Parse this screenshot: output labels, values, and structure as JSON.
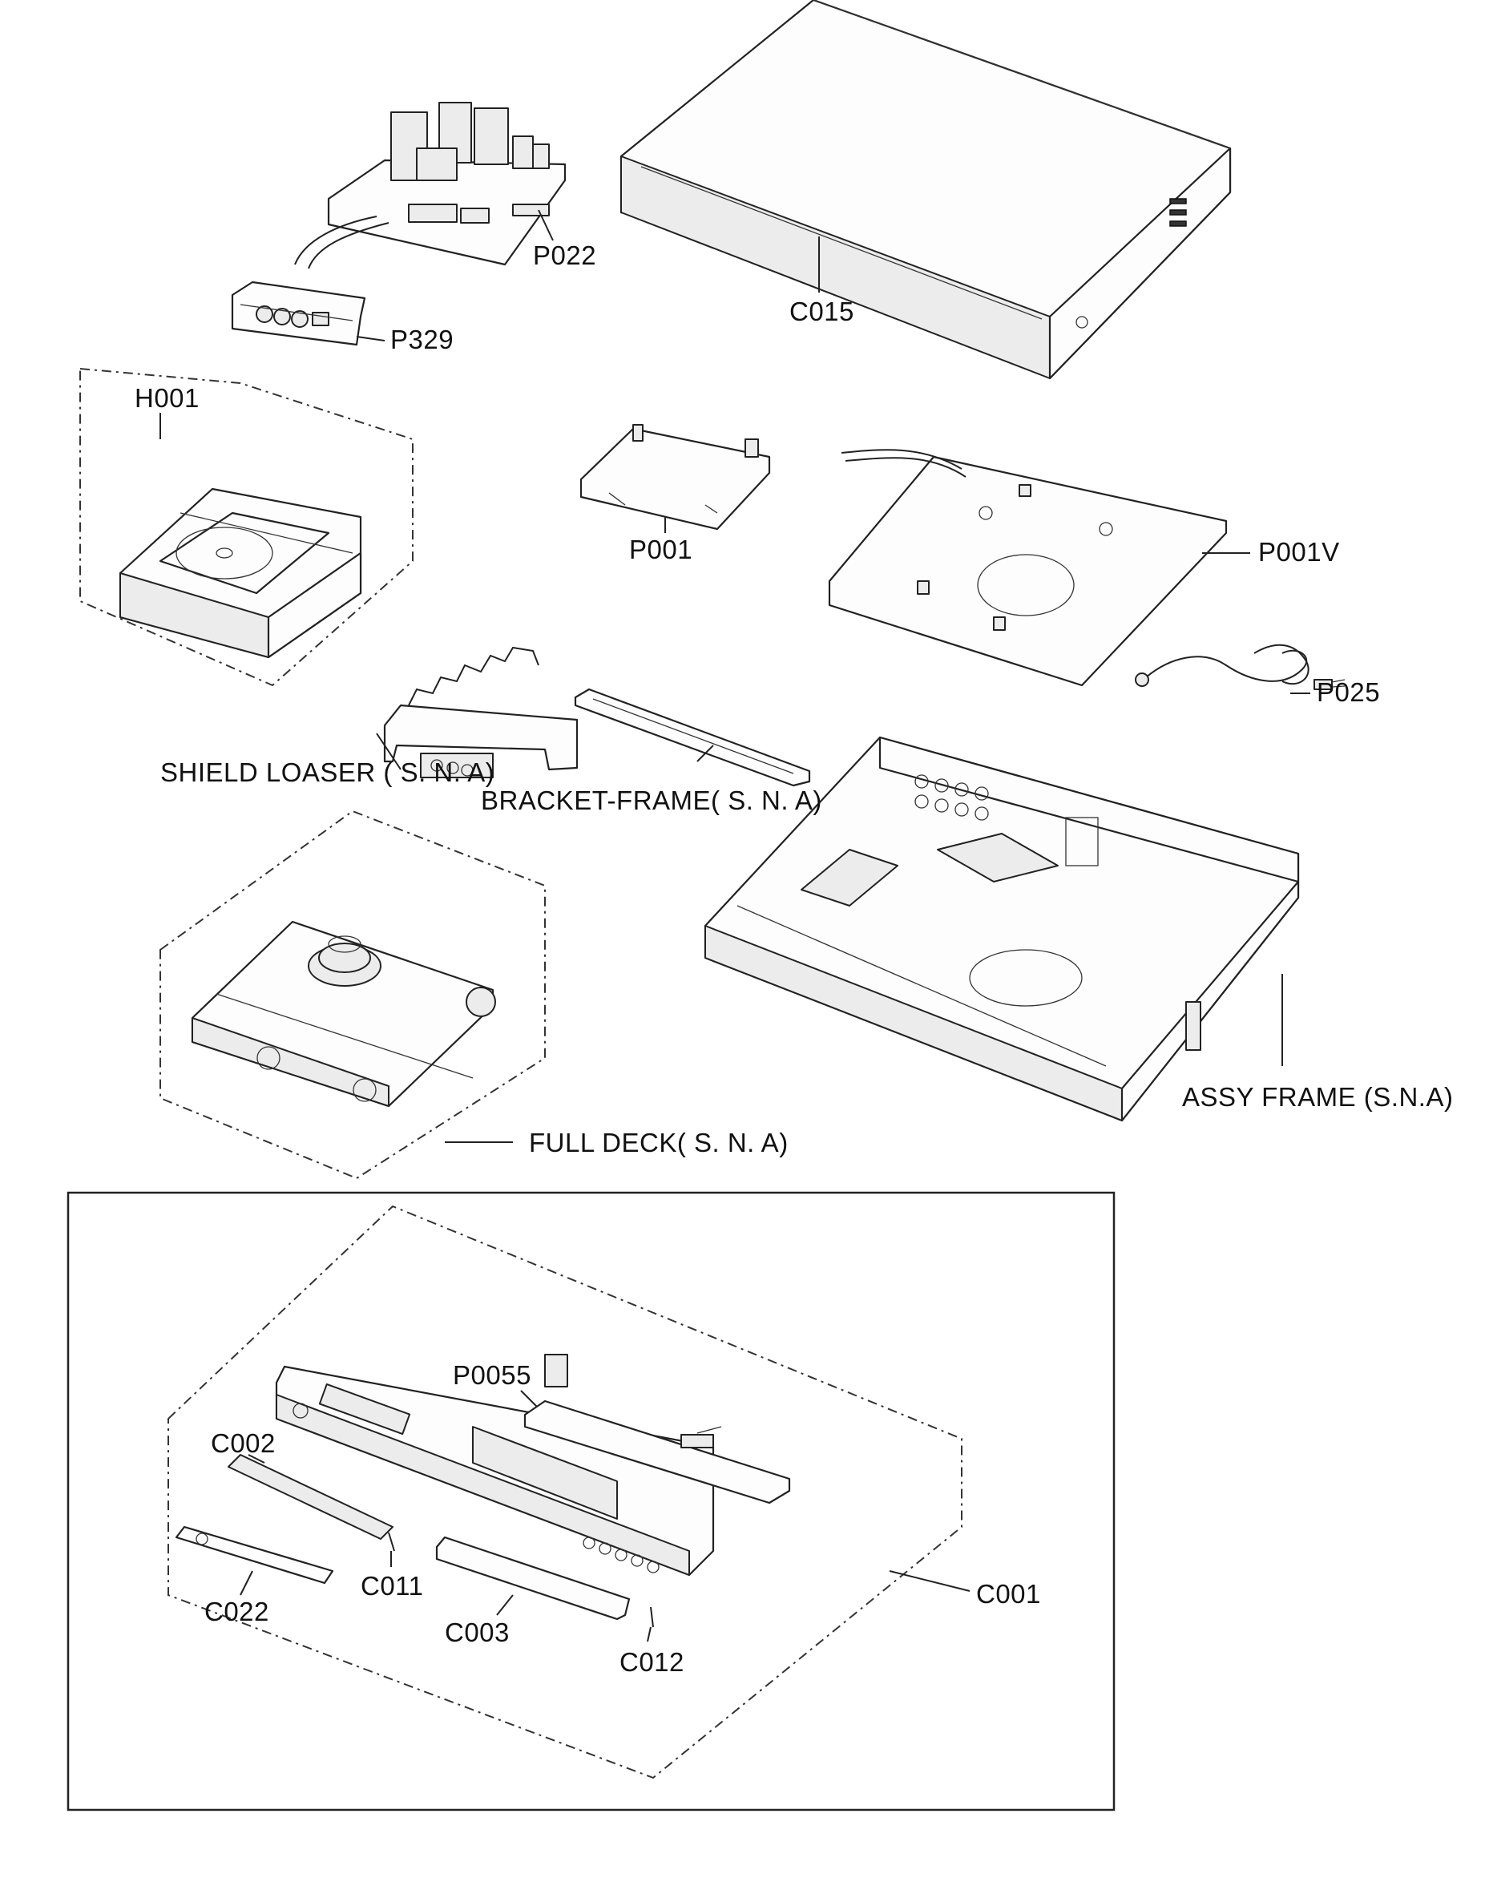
{
  "labels": {
    "p022": "P022",
    "c015": "C015",
    "p329": "P329",
    "h001": "H001",
    "p001": "P001",
    "p001v": "P001V",
    "p025": "P025",
    "shield_loaser": "SHIELD LOASER ( S. N. A)",
    "bracket_frame": "BRACKET-FRAME( S. N. A)",
    "assy_frame": "ASSY FRAME (S.N.A)",
    "full_deck": "FULL  DECK( S. N. A)",
    "p0055": "P0055",
    "c002": "C002",
    "c011": "C011",
    "c022": "C022",
    "c003": "C003",
    "c012": "C012",
    "c001": "C001"
  }
}
